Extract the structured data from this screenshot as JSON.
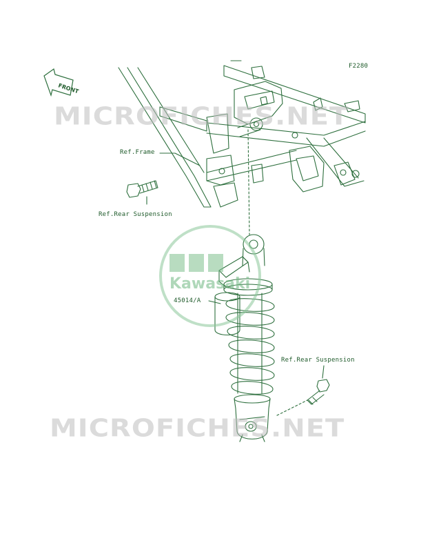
{
  "diagram_code": "F2280",
  "front_arrow_label": "FRONT",
  "callouts": {
    "ref_frame": "Ref.Frame",
    "ref_rear_suspension_top": "Ref.Rear Suspension",
    "part_number": "45014/A",
    "ref_rear_suspension_bottom": "Ref.Rear Suspension"
  },
  "watermarks": {
    "site_top": "MICROFICHES.NET",
    "site_bottom": "MICROFICHES.NET",
    "brand_logo": "Kawasaki"
  },
  "colors": {
    "line": "#2c6e3c",
    "text": "#1e5a2a",
    "watermark": "#c0c0c0",
    "logo_green": "#3a9a4a"
  }
}
